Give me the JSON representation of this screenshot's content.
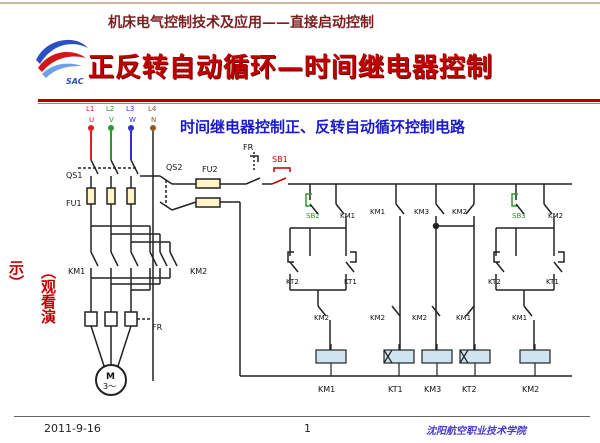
{
  "header": {
    "course_title": "机床电气控制技术及应用——直接启动控制",
    "logo_text": "SAC"
  },
  "slide": {
    "title": "正反转自动循环—时间继电器控制",
    "subtitle": "时间继电器控制正、反转自动循环控制电路",
    "observe_note_line1": "（观看演",
    "observe_note_line2": "示）"
  },
  "diagram": {
    "phase_labels": [
      {
        "top": "L1",
        "bottom": "U",
        "color": "#e02020"
      },
      {
        "top": "L2",
        "bottom": "V",
        "color": "#2a9a2a"
      },
      {
        "top": "L3",
        "bottom": "W",
        "color": "#3030d0"
      },
      {
        "top": "L4",
        "bottom": "N",
        "color": "#8a5a2a"
      }
    ],
    "labels": {
      "qs1": "QS1",
      "fu1": "FU1",
      "km1_main": "KM1",
      "km2_main": "KM2",
      "fr_main": "FR",
      "motor": "M",
      "motor_phase": "3～",
      "qs2": "QS2",
      "fu2": "FU2",
      "fr_contact": "FR",
      "sb1": "SB1",
      "sb2": "SB2",
      "sb3": "SB3"
    },
    "control_contacts": {
      "row1": [
        "KM1",
        "KM1",
        "KM3",
        "KM2",
        "KM2"
      ],
      "row2": [
        "KT2",
        "KT1",
        "KT2",
        "KT1"
      ],
      "row3": [
        "KM2",
        "KM2",
        "KM2",
        "KM1",
        "KM1"
      ]
    },
    "coil_labels": [
      "KM1",
      "KT1",
      "KM3",
      "KT2",
      "KM2"
    ]
  },
  "footer": {
    "date": "2011-9-16",
    "page": "1",
    "school": "沈阳航空职业技术学院"
  }
}
